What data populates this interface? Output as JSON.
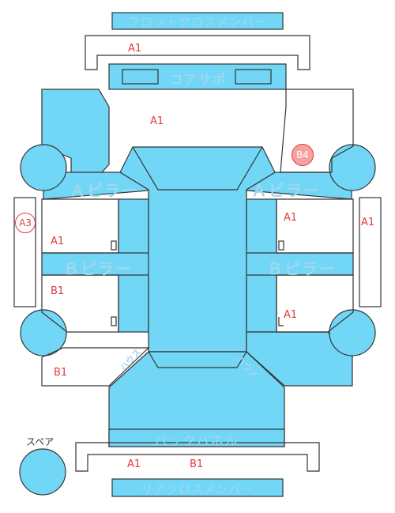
{
  "colors": {
    "panel": "#72d6f6",
    "stroke": "#333333",
    "part_text": "#9fd8ee",
    "grade_text": "#e5393b",
    "grade_badge": "#f7a0a0"
  },
  "parts": {
    "front_cross_member": "フロントクロスメンバー",
    "core_support": "コアサポ",
    "a_pillar_left": "Ａピラー",
    "a_pillar_right": "Ａピラー",
    "b_pillar_left": "Ｂピラー",
    "b_pillar_right": "Ｂピラー",
    "rear_fender_left": "ハウス",
    "rear_fender_right": "ハウス",
    "back_panel": "バックパネル",
    "rear_cross_member": "リアクロスメンバー",
    "spare": "スペア"
  },
  "grades": {
    "front_cross_member": "A1",
    "hood_area": "A1",
    "a_pillar_right": "B4",
    "left_rocker": "A3",
    "right_rocker": "A1",
    "left_front_door": "A1",
    "right_front_door": "A1",
    "left_rear_door": "B1",
    "right_rear_door": "A1",
    "left_rear_quarter": "B1",
    "rear_cross_member_1": "A1",
    "rear_cross_member_2": "B1"
  }
}
